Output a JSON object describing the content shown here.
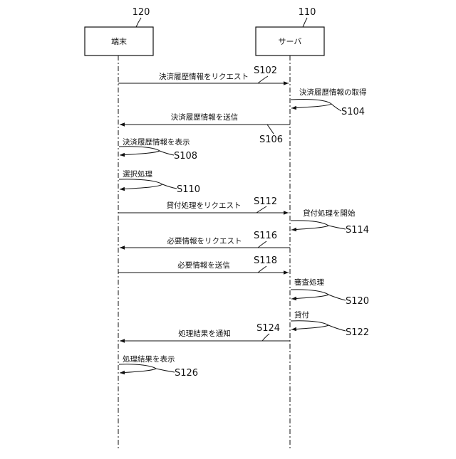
{
  "actors": {
    "terminal": {
      "ref": "120",
      "label": "端末"
    },
    "server": {
      "ref": "110",
      "label": "サーバ"
    }
  },
  "steps": [
    {
      "id": "S102",
      "text": "決済履歴情報をリクエスト"
    },
    {
      "id": "S104",
      "text": "決済履歴情報の取得"
    },
    {
      "id": "S106",
      "text": "決済履歴情報を送信"
    },
    {
      "id": "S108",
      "text": "決済履歴情報を表示"
    },
    {
      "id": "S110",
      "text": "選択処理"
    },
    {
      "id": "S112",
      "text": "貸付処理をリクエスト"
    },
    {
      "id": "S114",
      "text": "貸付処理を開始"
    },
    {
      "id": "S116",
      "text": "必要情報をリクエスト"
    },
    {
      "id": "S118",
      "text": "必要情報を送信"
    },
    {
      "id": "S120",
      "text": "審査処理"
    },
    {
      "id": "S122",
      "text": "貸付"
    },
    {
      "id": "S124",
      "text": "処理結果を通知"
    },
    {
      "id": "S126",
      "text": "処理結果を表示"
    }
  ]
}
